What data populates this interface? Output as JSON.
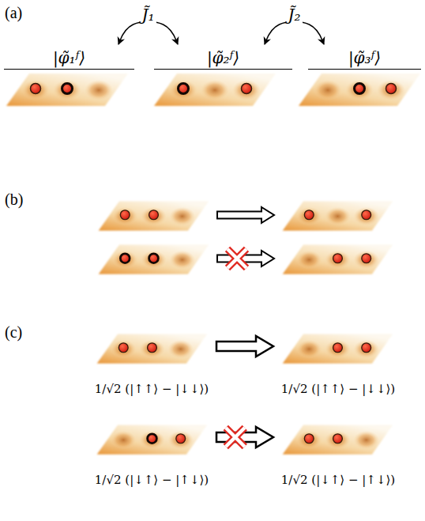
{
  "diagram": {
    "nodes": [
      {
        "text": [
          "|φ̃₁ᶠ⟩"
        ]
      },
      {
        "text": [
          "|φ̃₂ᶠ⟩"
        ]
      },
      {
        "text": [
          "|φ̃₃ᶠ⟩"
        ]
      },
      {
        "text": [
          "1/√2 (|↑↑⟩ − |↓↓⟩)"
        ]
      },
      {
        "text": [
          "1/√2 (|↑↑⟩ − |↓↓⟩)"
        ]
      },
      {
        "text": [
          "1/√2 (|↓↑⟩ − |↑↓⟩)"
        ]
      },
      {
        "text": [
          "1/√2 (|↓↑⟩ − |↑↓⟩)"
        ]
      }
    ],
    "edges": [
      {
        "from": 0,
        "to": 1,
        "arrow": "both",
        "label": "J̃₁"
      },
      {
        "from": 1,
        "to": 2,
        "arrow": "both",
        "label": "J̃₂"
      },
      {
        "from": 3,
        "to": 4,
        "arrow": "to"
      },
      {
        "from": 5,
        "to": 6,
        "arrow": "to"
      }
    ],
    "labels": [
      "(a)",
      "(b)",
      "(c)"
    ]
  }
}
